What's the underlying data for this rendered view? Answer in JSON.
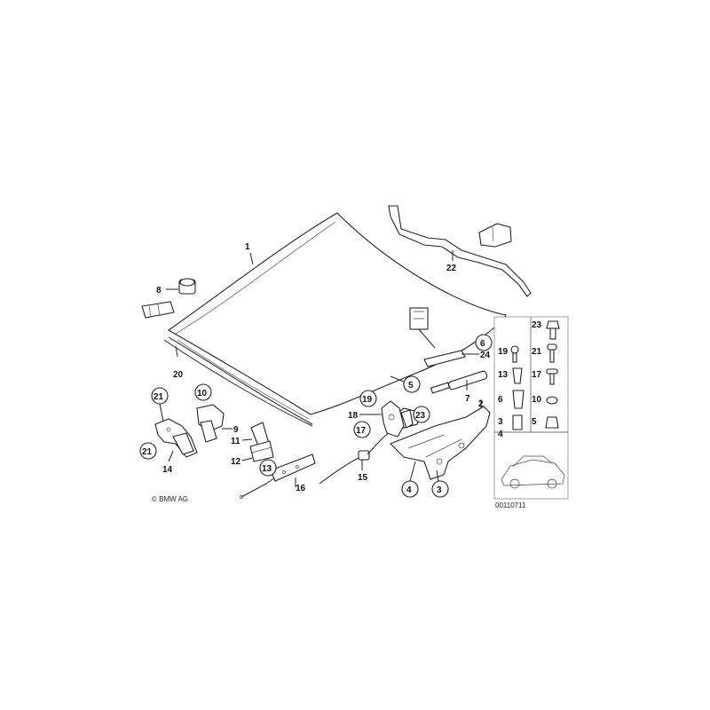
{
  "callouts": {
    "c1": "1",
    "c2": "2",
    "c3": "3",
    "c4": "4",
    "c5": "5",
    "c6": "6",
    "c7": "7",
    "c8": "8",
    "c9": "9",
    "c10": "10",
    "c11": "11",
    "c12": "12",
    "c13": "13",
    "c14": "14",
    "c15": "15",
    "c16": "16",
    "c17": "17",
    "c18": "18",
    "c19": "19",
    "c20": "20",
    "c21a": "21",
    "c21b": "21",
    "c22": "22",
    "c23": "23",
    "c24": "24"
  },
  "fastener_panel": {
    "items": [
      "23",
      "19",
      "21",
      "13",
      "17",
      "6",
      "10",
      "3",
      "4",
      "5"
    ]
  },
  "copyright": "© BMW AG",
  "diagram_id": "00110711"
}
